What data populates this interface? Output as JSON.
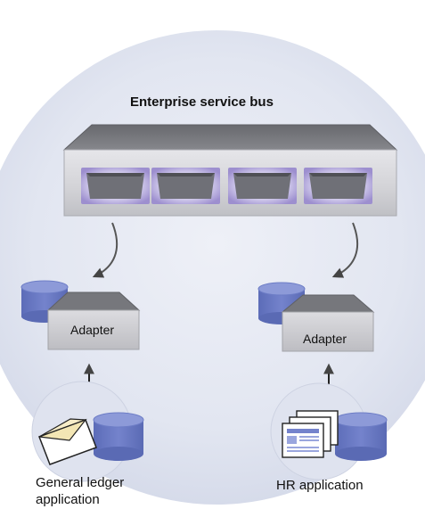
{
  "diagram": {
    "title": "Enterprise service bus",
    "adapters": {
      "left_label": "Adapter",
      "right_label": "Adapter"
    },
    "applications": {
      "left_caption_line1": "General ledger",
      "left_caption_line2": "application",
      "right_caption": "HR application"
    },
    "bus_ports": 4
  },
  "colors": {
    "background_circle": "#dde2ef",
    "bus_top": "#77787d",
    "bus_front": "#d4d4d8",
    "port_glow": "#a89bd4",
    "port_inner": "#6f7077",
    "adapter_top": "#7a7b80",
    "adapter_front": "#cdcdd1",
    "database": "#6d7dc6",
    "database_top": "#8d9ad8",
    "arrow": "#555555"
  }
}
